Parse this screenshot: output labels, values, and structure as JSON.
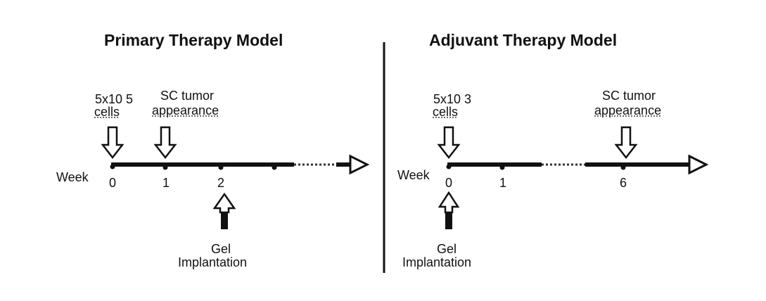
{
  "colors": {
    "ink": "#111111",
    "background": "#ffffff"
  },
  "primary": {
    "title": "Primary Therapy Model",
    "cells_label": "5x10 5",
    "cells_word": "cells",
    "tumor_line1": "SC tumor",
    "tumor_line2": "appearance",
    "axis_label": "Week",
    "ticks": [
      "0",
      "1",
      "2"
    ],
    "gel_line1": "Gel",
    "gel_line2": "Implantation"
  },
  "adjuvant": {
    "title": "Adjuvant Therapy Model",
    "cells_label": "5x10 3",
    "cells_word": "cells",
    "tumor_line1": "SC tumor",
    "tumor_line2": "appearance",
    "axis_label": "Week",
    "ticks": [
      "0",
      "1",
      "6"
    ],
    "gel_line1": "Gel",
    "gel_line2": "Implantation"
  }
}
